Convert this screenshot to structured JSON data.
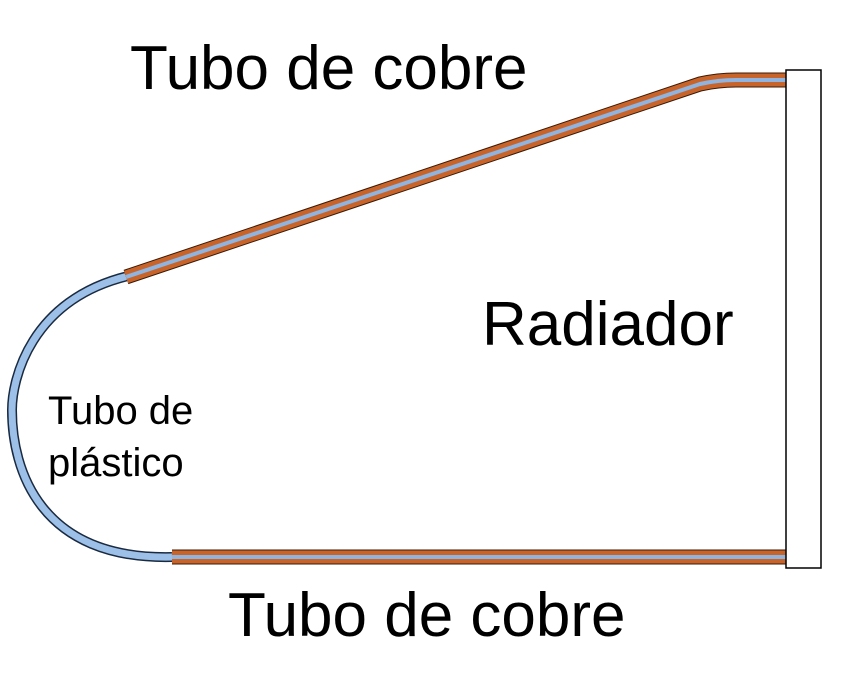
{
  "labels": {
    "top_copper": "Tubo de cobre",
    "bottom_copper": "Tubo de cobre",
    "radiator": "Radiador",
    "plastic_line1": "Tubo de",
    "plastic_line2": "plástico"
  },
  "colors": {
    "copper": "#c8642a",
    "copper_outline": "#3a1a08",
    "water": "#8fb4e0",
    "plastic": "#9cc0e8",
    "plastic_outline": "#1a2a40",
    "radiator_fill": "#ffffff",
    "radiator_outline": "#000000"
  }
}
